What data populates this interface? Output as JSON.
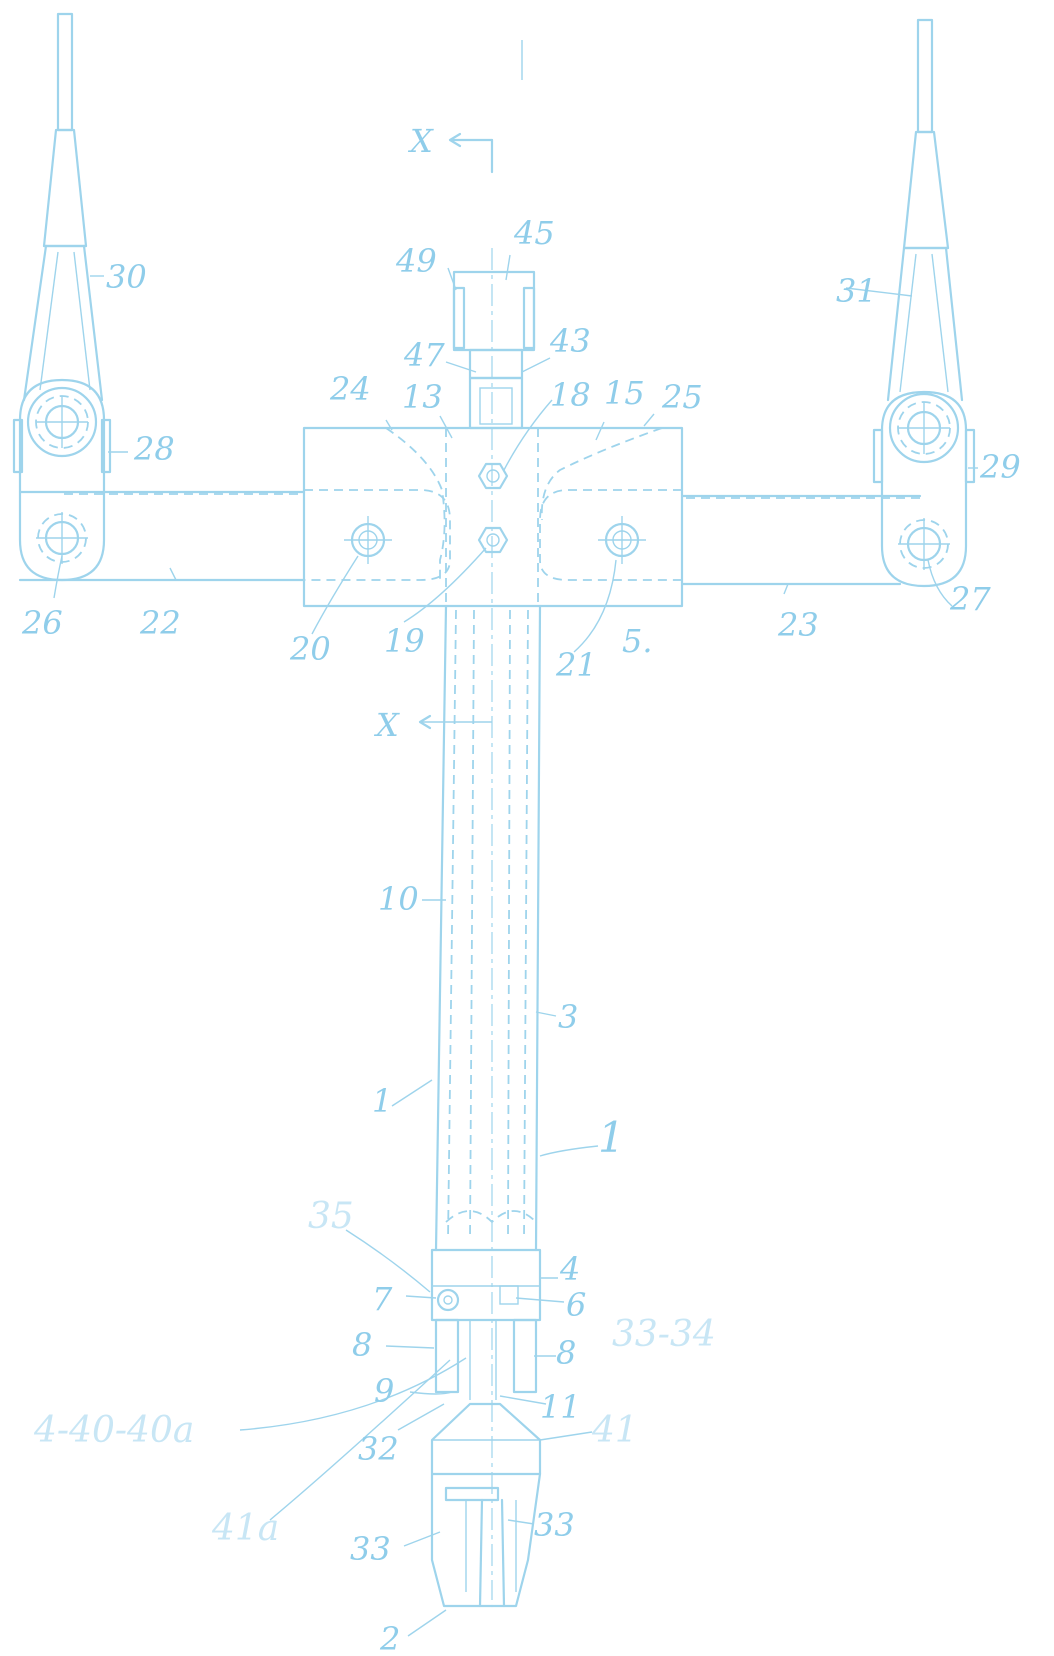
{
  "colors": {
    "line": "#9ed4ec",
    "label": "#8fcdea",
    "pale_label": "#c8e6f5",
    "background": "#ffffff"
  },
  "labels": {
    "section_top": "X",
    "section_mid": "X",
    "l45": "45",
    "l49": "49",
    "l47": "47",
    "l43": "43",
    "l24": "24",
    "l13": "13",
    "l18": "18",
    "l15": "15",
    "l25": "25",
    "l30": "30",
    "l31": "31",
    "l28": "28",
    "l29": "29",
    "l26": "26",
    "l22": "22",
    "l20": "20",
    "l19": "19",
    "l21": "21",
    "l5": "5.",
    "l23": "23",
    "l27": "27",
    "l10": "10",
    "l3": "3",
    "l1a": "1",
    "l1b": "1",
    "l35": "35",
    "l7": "7",
    "l4": "4",
    "l6": "6",
    "l8a": "8",
    "l8b": "8",
    "l3334": "33-34",
    "l4040a": "4-40-40a",
    "l9": "9",
    "l11": "11",
    "l32": "32",
    "l41": "41",
    "l41a": "41a",
    "l33a": "33",
    "l33b": "33",
    "l2": "2"
  }
}
